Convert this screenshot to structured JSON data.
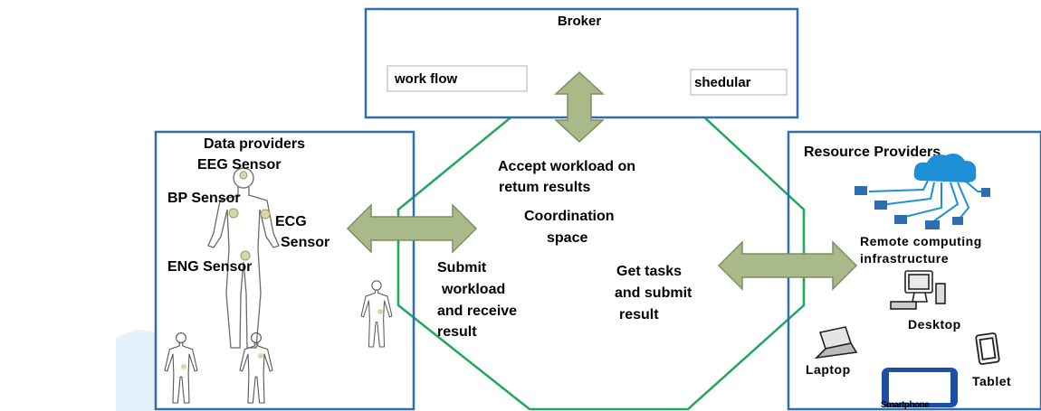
{
  "broker": {
    "title": "Broker",
    "workflow_label": "work flow",
    "scheduler_label": "shedular"
  },
  "data_providers": {
    "title": "Data providers",
    "sensors": {
      "eeg": "EEG Sensor",
      "bp": "BP Sensor",
      "ecg_line1": "ECG",
      "ecg_line2": "Sensor",
      "eng": "ENG Sensor"
    }
  },
  "coordination": {
    "accept_line1": "Accept workload  on",
    "accept_line2": "retum results",
    "space_line1": "Coordination",
    "space_line2": "space",
    "submit_line1": "Submit",
    "submit_line2": "workload",
    "submit_line3": "and receive",
    "submit_line4": "result",
    "gettasks_line1": "Get tasks",
    "gettasks_line2": "and submit",
    "gettasks_line3": "result"
  },
  "resource_providers": {
    "title": "Resource Providers",
    "remote_line1": "Remote computing",
    "remote_line2": "infrastructure",
    "desktop": "Desktop",
    "laptop": "Laptop",
    "tablet": "Tablet",
    "smartphone": "Smartphone"
  },
  "colors": {
    "box_border": "#2e6db0",
    "octagon": "#23a55a",
    "arrow_fill": "#a9b98a",
    "arrow_stroke": "#7e8f5f",
    "body_fill": "#d9d7a8",
    "cloud": "#1e8fd6",
    "device": "#1d4fa8"
  },
  "icons": [
    "human-body-icon",
    "cloud-network-icon",
    "desktop-icon",
    "laptop-icon",
    "tablet-icon",
    "smartphone-icon",
    "double-arrow-icon"
  ]
}
